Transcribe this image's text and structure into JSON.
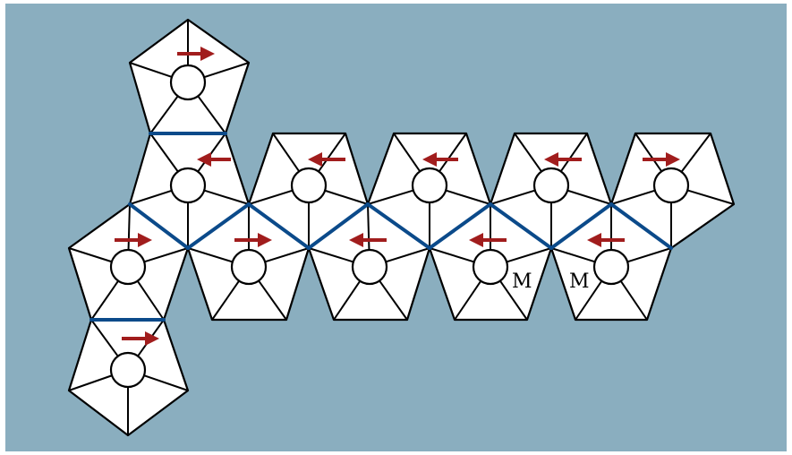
{
  "background_color": "#8aaebf",
  "colors": {
    "face_fill": "#ffffff",
    "edge": "#000000",
    "fold_edge": "#0b4a8a",
    "arrow": "#a11d1d"
  },
  "faces": [
    {
      "id": "top-left-pentagon",
      "arrow": "right"
    },
    {
      "id": "upper-left-pentagon",
      "arrow": "left"
    },
    {
      "id": "left-pentagon",
      "arrow": "right"
    },
    {
      "id": "bottom-left-pentagon",
      "arrow": "right"
    },
    {
      "id": "row-bottom-1",
      "arrow": "right"
    },
    {
      "id": "row-top-1",
      "arrow": "left"
    },
    {
      "id": "row-bottom-2",
      "arrow": "left"
    },
    {
      "id": "row-top-2",
      "arrow": "left"
    },
    {
      "id": "row-bottom-3",
      "arrow": "left",
      "label": "M"
    },
    {
      "id": "row-top-3",
      "arrow": "left"
    },
    {
      "id": "row-bottom-4",
      "arrow": "left",
      "label": "M"
    },
    {
      "id": "row-top-4",
      "arrow": "right"
    }
  ]
}
